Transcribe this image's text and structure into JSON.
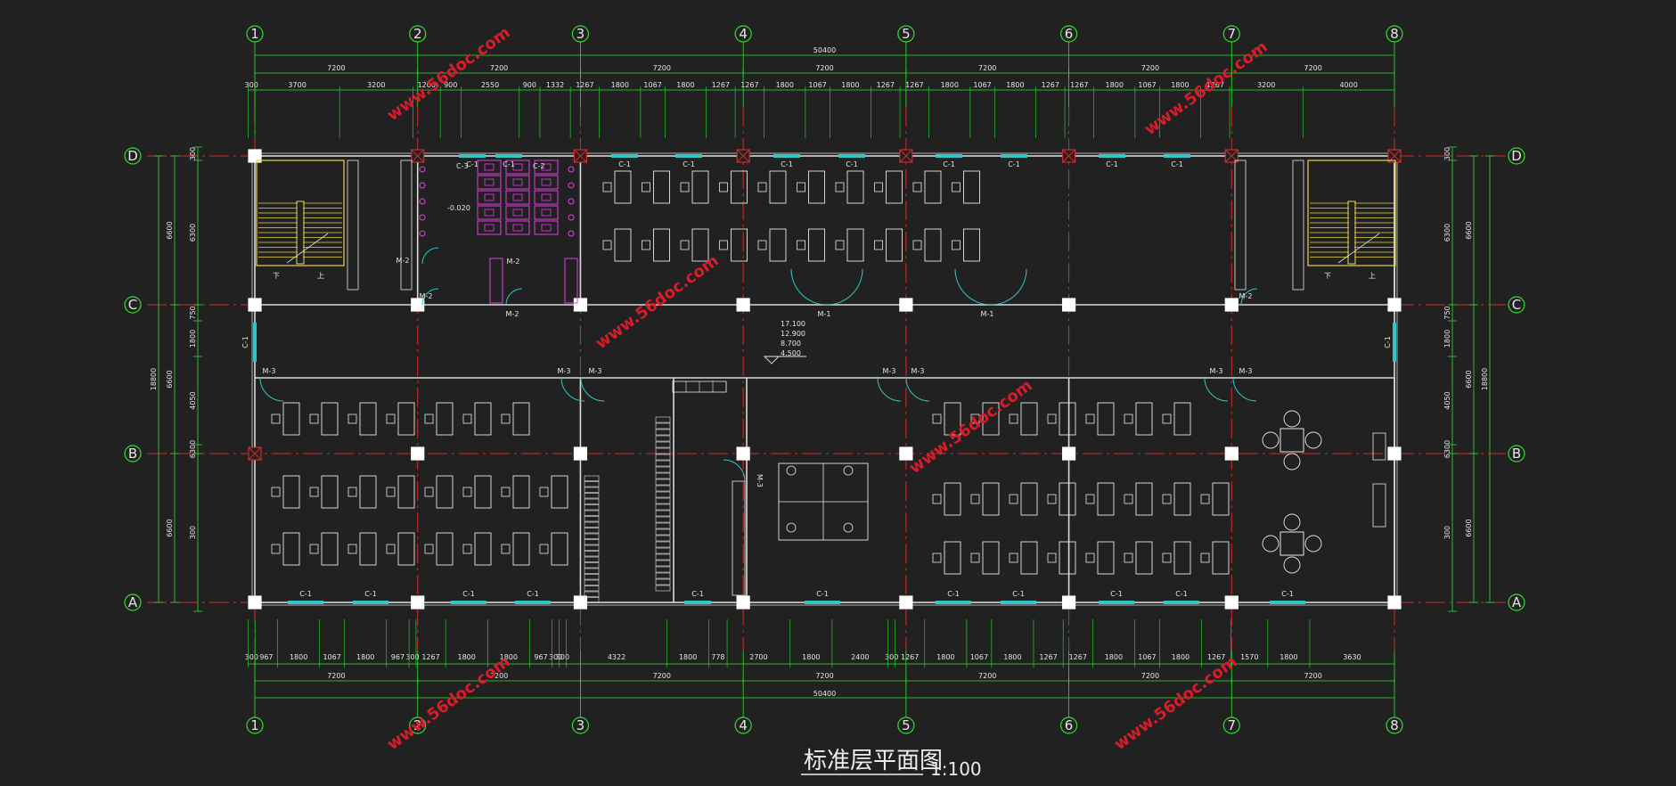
{
  "drawing": {
    "title": "标准层平面图",
    "scale": "1:100",
    "watermark": "www.56doc.com",
    "colors": {
      "background": "#212121",
      "dimension": "#2ee02e",
      "axis": "#d42a2a",
      "wall": "#d9d9d9",
      "window": "#2fc7c7",
      "furniture": "#e6e6e6",
      "stair": "#e8d64a",
      "toilet": "#e040e0",
      "watermark": "#d91b2a"
    }
  },
  "axes": {
    "vertical": [
      "1",
      "2",
      "3",
      "4",
      "5",
      "6",
      "7",
      "8"
    ],
    "horizontal": [
      "D",
      "C",
      "B",
      "A"
    ]
  },
  "dimensions": {
    "top_total": "50400",
    "bottom_total": "50400",
    "bays": [
      "7200",
      "7200",
      "7200",
      "7200",
      "7200",
      "7200",
      "7200"
    ],
    "top_detail": [
      "300",
      "3700",
      "3200",
      "1200",
      "900",
      "2550",
      "900",
      "1332",
      "1267",
      "1800",
      "1067",
      "1800",
      "1267",
      "1267",
      "1800",
      "1067",
      "1800",
      "1267",
      "1267",
      "1800",
      "1067",
      "1800",
      "1267",
      "1267",
      "1800",
      "1067",
      "1800",
      "1267",
      "3200",
      "4000"
    ],
    "bottom_detail": [
      "300",
      "967",
      "1800",
      "1067",
      "1800",
      "967",
      "300",
      "1267",
      "1800",
      "1800",
      "967",
      "300",
      "300",
      "4322",
      "1800",
      "778",
      "2700",
      "1800",
      "2400",
      "300",
      "1267",
      "1800",
      "1067",
      "1800",
      "1267",
      "1267",
      "1800",
      "1067",
      "1800",
      "1267",
      "1570",
      "1800",
      "3630"
    ],
    "left_total": "18800",
    "left_outer": [
      "6600",
      "6600",
      "6600"
    ],
    "left_inner": [
      "300",
      "6300",
      "750",
      "1800",
      "4050",
      "6300",
      "300"
    ],
    "right_total": "18800",
    "right_outer": [
      "6600",
      "6600",
      "6600"
    ],
    "right_inner": [
      "300",
      "6300",
      "750",
      "1800",
      "4050",
      "6300",
      "300"
    ]
  },
  "labels": {
    "elevations": [
      "17.100",
      "12.900",
      "8.700",
      "4.500"
    ],
    "floor_level": "-0.020",
    "stair_down": "下",
    "stair_up": "上",
    "windows": {
      "c1": "C-1",
      "c2": "C-2",
      "c3": "C-3"
    },
    "doors": {
      "m1": "M-1",
      "m2": "M-2",
      "m3": "M-3"
    }
  }
}
